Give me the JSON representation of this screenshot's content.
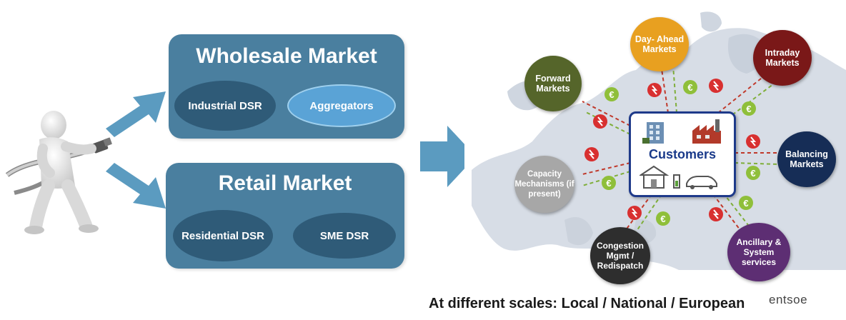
{
  "wholesale": {
    "title": "Wholesale Market",
    "left_pill": "Industrial DSR",
    "right_pill": "Aggregators"
  },
  "retail": {
    "title": "Retail Market",
    "left_pill": "Residential DSR",
    "right_pill": "SME DSR"
  },
  "map": {
    "center": "Customers",
    "markets": [
      {
        "key": "day_ahead",
        "label": "Day- Ahead Markets",
        "color": "#e8a020"
      },
      {
        "key": "intraday",
        "label": "Intraday Markets",
        "color": "#7a1818"
      },
      {
        "key": "forward",
        "label": "Forward Markets",
        "color": "#55652a"
      },
      {
        "key": "balancing",
        "label": "Balancing Markets",
        "color": "#162d56"
      },
      {
        "key": "capacity",
        "label": "Capacity Mechanisms (if present)",
        "color": "#a7a7a7"
      },
      {
        "key": "congestion",
        "label": "Congestion Mgmt / Redispatch",
        "color": "#2e2e2e"
      },
      {
        "key": "ancillary",
        "label": "Ancillary & System services",
        "color": "#5d2e73"
      }
    ],
    "euro_symbol": "€"
  },
  "footer": {
    "scales": "At different scales: Local / National / European",
    "logo": "entsoe"
  }
}
